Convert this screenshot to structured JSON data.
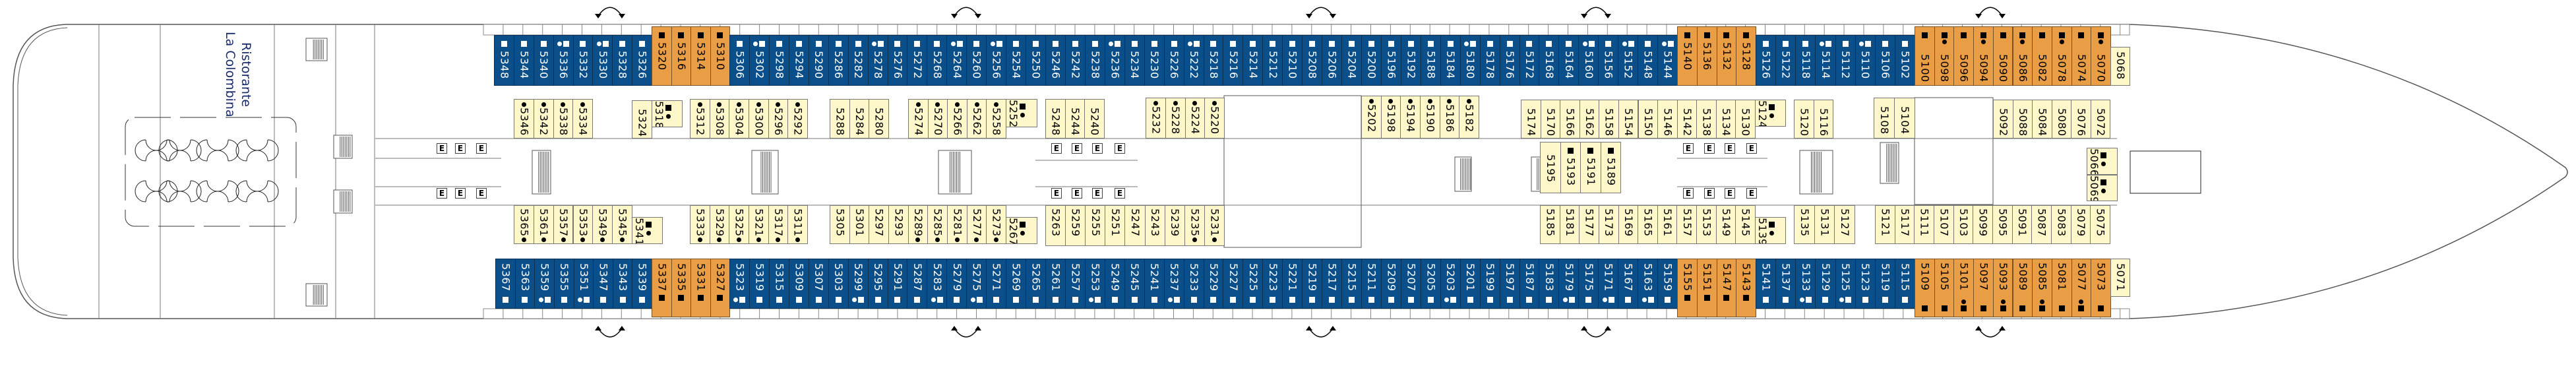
{
  "restaurant": {
    "line1": "Ristorante",
    "line2": "La Colombina"
  },
  "colors": {
    "blue": "#0a4f89",
    "orange": "#e99d45",
    "yellow": "#fdf7c9"
  },
  "elevator_label": "E",
  "segments": [
    {
      "id": "top-aft-blue",
      "color": "blue",
      "cabins": [
        "5348",
        "5344",
        "5340",
        "5336",
        "5332",
        "5330",
        "5328",
        "5326"
      ],
      "dots": [
        "5336",
        "5330"
      ]
    },
    {
      "id": "top-aft-orange",
      "color": "orange",
      "cabins": [
        "5320",
        "5316",
        "5314",
        "5310"
      ],
      "dots": []
    },
    {
      "id": "top-mid-blue",
      "color": "blue",
      "cabins": [
        "5306",
        "5302",
        "5298",
        "5294",
        "5290",
        "5286",
        "5282",
        "5278",
        "5276",
        "5272",
        "5268",
        "5264",
        "5260",
        "5256",
        "5254",
        "5250",
        "5246",
        "5242",
        "5238",
        "5236",
        "5234",
        "5230",
        "5226",
        "5222",
        "5218",
        "5216",
        "5214",
        "5212",
        "5210",
        "5208",
        "5206",
        "5204",
        "5200",
        "5196",
        "5192",
        "5188",
        "5184",
        "5180",
        "5178",
        "5176",
        "5172",
        "5168",
        "5164",
        "5160",
        "5156",
        "5152",
        "5148",
        "5144"
      ],
      "dots": [
        "5302",
        "5278",
        "5264",
        "5256",
        "5236",
        "5222",
        "5180",
        "5160",
        "5152",
        "5144"
      ]
    },
    {
      "id": "top-fwd-orange",
      "color": "orange",
      "cabins": [
        "5140",
        "5136",
        "5132",
        "5128"
      ],
      "dots": []
    },
    {
      "id": "top-fwd-blue",
      "color": "blue",
      "cabins": [
        "5126",
        "5122",
        "5118",
        "5114",
        "5112",
        "5110",
        "5106",
        "5102"
      ],
      "dots": [
        "5114",
        "5110"
      ]
    },
    {
      "id": "top-bow-orange",
      "color": "orange",
      "cabins": [
        "5100",
        "5098",
        "5096",
        "5094",
        "5090",
        "5086",
        "5082",
        "5078",
        "5074",
        "5070"
      ],
      "dots": [
        "5098",
        "5094",
        "5086",
        "5078",
        "5070"
      ]
    },
    {
      "id": "top-bow-yellow",
      "color": "yellow",
      "cabins": [
        "5068"
      ],
      "dots": []
    },
    {
      "id": "bot-aft-blue",
      "color": "blue",
      "cabins": [
        "5367",
        "5363",
        "5359",
        "5355",
        "5351",
        "5347",
        "5343",
        "5339"
      ],
      "dots": [
        "5359",
        "5351"
      ]
    },
    {
      "id": "bot-aft-orange",
      "color": "orange",
      "cabins": [
        "5337",
        "5335",
        "5331",
        "5327"
      ],
      "dots": []
    },
    {
      "id": "bot-mid-blue",
      "color": "blue",
      "cabins": [
        "5323",
        "5319",
        "5315",
        "5309",
        "5307",
        "5303",
        "5299",
        "5295",
        "5291",
        "5287",
        "5283",
        "5279",
        "5275",
        "5271",
        "5269",
        "5265",
        "5261",
        "5257",
        "5253",
        "5249",
        "5245",
        "5241",
        "5237",
        "5233",
        "5229",
        "5227",
        "5225",
        "5223",
        "5221",
        "5219",
        "5217",
        "5215",
        "5211",
        "5209",
        "5207",
        "5205",
        "5203",
        "5201",
        "5199",
        "5197",
        "5187",
        "5183",
        "5179",
        "5175",
        "5171",
        "5167",
        "5163",
        "5159"
      ],
      "dots": [
        "5323",
        "5299",
        "5283",
        "5275",
        "5253",
        "5237",
        "5203",
        "5179",
        "5171",
        "5163"
      ]
    },
    {
      "id": "bot-fwd-orange",
      "color": "orange",
      "cabins": [
        "5155",
        "5151",
        "5147",
        "5143"
      ],
      "dots": []
    },
    {
      "id": "bot-fwd-blue",
      "color": "blue",
      "cabins": [
        "5141",
        "5137",
        "5133",
        "5129",
        "5125",
        "5123",
        "5119",
        "5115"
      ],
      "dots": [
        "5133",
        "5125"
      ]
    },
    {
      "id": "bot-bow-orange",
      "color": "orange",
      "cabins": [
        "5109",
        "5105",
        "5101",
        "5097",
        "5093",
        "5089",
        "5085",
        "5081",
        "5077",
        "5073"
      ],
      "dots": [
        "5101",
        "5093",
        "5085",
        "5077"
      ]
    },
    {
      "id": "bot-bow-yellow",
      "color": "yellow",
      "cabins": [
        "5071"
      ],
      "dots": []
    },
    {
      "id": "in-top-1",
      "color": "yellow",
      "cabins": [
        "5346",
        "5342",
        "5338",
        "5334"
      ],
      "dots": [
        "5346",
        "5342",
        "5338",
        "5334"
      ]
    },
    {
      "id": "in-top-2",
      "color": "yellow",
      "cabins": [
        "5324"
      ],
      "dots": []
    },
    {
      "id": "in-top-3",
      "color": "yellow",
      "cabins": [
        "5318"
      ],
      "dots": [
        "5318"
      ]
    },
    {
      "id": "in-top-4",
      "color": "yellow",
      "cabins": [
        "5312",
        "5308",
        "5304",
        "5300",
        "5296",
        "5292"
      ],
      "dots": [
        "5312",
        "5308",
        "5304",
        "5300",
        "5296",
        "5292"
      ]
    },
    {
      "id": "in-top-5",
      "color": "yellow",
      "cabins": [
        "5288",
        "5284",
        "5280"
      ],
      "dots": []
    },
    {
      "id": "in-top-6",
      "color": "yellow",
      "cabins": [
        "5274",
        "5270",
        "5266",
        "5262",
        "5258"
      ],
      "dots": [
        "5274",
        "5270",
        "5266",
        "5262",
        "5258"
      ]
    },
    {
      "id": "in-top-7",
      "color": "yellow",
      "cabins": [
        "5252"
      ],
      "dots": [
        "5252"
      ]
    },
    {
      "id": "in-top-8",
      "color": "yellow",
      "cabins": [
        "5248",
        "5244",
        "5240"
      ],
      "dots": []
    },
    {
      "id": "in-top-9",
      "color": "yellow",
      "cabins": [
        "5232",
        "5228",
        "5224",
        "5220"
      ],
      "dots": [
        "5232",
        "5228",
        "5224",
        "5220"
      ]
    },
    {
      "id": "in-top-10",
      "color": "yellow",
      "cabins": [
        "5202",
        "5198",
        "5194",
        "5190",
        "5186",
        "5182"
      ],
      "dots": [
        "5202",
        "5198",
        "5194",
        "5190",
        "5186",
        "5182"
      ]
    },
    {
      "id": "in-top-11",
      "color": "yellow",
      "cabins": [
        "5174",
        "5170",
        "5166",
        "5162",
        "5158",
        "5154",
        "5150",
        "5146",
        "5142",
        "5138",
        "5134",
        "5130"
      ],
      "dots": []
    },
    {
      "id": "in-top-12",
      "color": "yellow",
      "cabins": [
        "5124"
      ],
      "dots": [
        "5124"
      ]
    },
    {
      "id": "in-top-13",
      "color": "yellow",
      "cabins": [
        "5120",
        "5116"
      ],
      "dots": []
    },
    {
      "id": "in-top-14",
      "color": "yellow",
      "cabins": [
        "5108",
        "5104"
      ],
      "dots": []
    },
    {
      "id": "in-top-15",
      "color": "yellow",
      "cabins": [
        "5092",
        "5088",
        "5084",
        "5080",
        "5076",
        "5072"
      ],
      "dots": []
    },
    {
      "id": "in-bow-1",
      "color": "yellow",
      "cabins": [
        "5066"
      ],
      "dots": [
        "5066"
      ]
    },
    {
      "id": "in-bow-2",
      "color": "yellow",
      "cabins": [
        "5069"
      ],
      "dots": [
        "5069"
      ]
    },
    {
      "id": "in-mid",
      "color": "yellow",
      "cabins": [
        "5195",
        "5193",
        "5191",
        "5189"
      ],
      "dots": []
    },
    {
      "id": "in-bot-1",
      "color": "yellow",
      "cabins": [
        "5365",
        "5361",
        "5357",
        "5353",
        "5349",
        "5345"
      ],
      "dots": [
        "5365",
        "5361",
        "5357",
        "5353",
        "5349",
        "5345"
      ]
    },
    {
      "id": "in-bot-2",
      "color": "yellow",
      "cabins": [
        "5341"
      ],
      "dots": [
        "5341"
      ]
    },
    {
      "id": "in-bot-3",
      "color": "yellow",
      "cabins": [
        "5333",
        "5329",
        "5325",
        "5321",
        "5317",
        "5311"
      ],
      "dots": [
        "5333",
        "5329",
        "5325",
        "5321",
        "5317",
        "5311"
      ]
    },
    {
      "id": "in-bot-4",
      "color": "yellow",
      "cabins": [
        "5305",
        "5301",
        "5297",
        "5293",
        "5289",
        "5285",
        "5281",
        "5277",
        "5273"
      ],
      "dots": [
        "5289",
        "5285",
        "5281",
        "5277",
        "5273"
      ]
    },
    {
      "id": "in-bot-5",
      "color": "yellow",
      "cabins": [
        "5267"
      ],
      "dots": [
        "5267"
      ]
    },
    {
      "id": "in-bot-6",
      "color": "yellow",
      "cabins": [
        "5263",
        "5259",
        "5255",
        "5251",
        "5247",
        "5243",
        "5239",
        "5235",
        "5231"
      ],
      "dots": [
        "5235",
        "5231"
      ]
    },
    {
      "id": "in-bot-7",
      "color": "yellow",
      "cabins": [
        "5185",
        "5181",
        "5177",
        "5173",
        "5169",
        "5165",
        "5161",
        "5157",
        "5153",
        "5149",
        "5145"
      ],
      "dots": []
    },
    {
      "id": "in-bot-8",
      "color": "yellow",
      "cabins": [
        "5139"
      ],
      "dots": [
        "5139"
      ]
    },
    {
      "id": "in-bot-9",
      "color": "yellow",
      "cabins": [
        "5135",
        "5131",
        "5127"
      ],
      "dots": []
    },
    {
      "id": "in-bot-10",
      "color": "yellow",
      "cabins": [
        "5121",
        "5117",
        "5111",
        "5107",
        "5103",
        "5099",
        "5095",
        "5091",
        "5087",
        "5083",
        "5079",
        "5075"
      ],
      "dots": []
    }
  ]
}
